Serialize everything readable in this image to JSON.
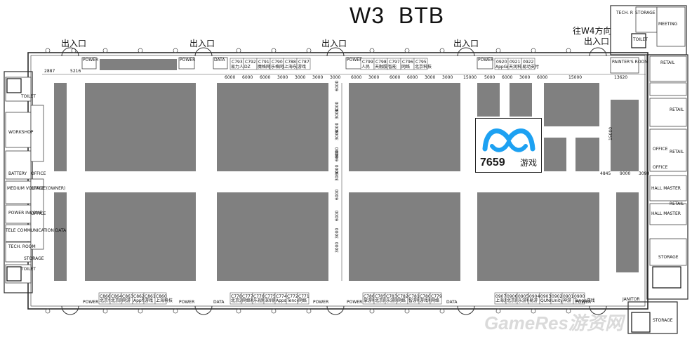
{
  "hall_title": "W3  BTB",
  "exit_label": "出入口",
  "w4_direction": "往W4方向",
  "rooms": {
    "tech_storage": "TECH. R",
    "storage": "STORAGE",
    "meeting": "MEETING",
    "toilet": "TOILET",
    "retail": "RETAIL",
    "painters_room": "PAINTER'S ROOM",
    "office": "OFFICE",
    "workshop": "WORKSHOP",
    "battery": "BATTERY",
    "medium_voltage": "MEDIUM VOLTAGE (OWNER)",
    "power_income": "POWER INCOME",
    "telecom": "TELE COMMUNICATION DATA",
    "tech_room": "TECH. ROOM",
    "hall_master": "HALL MASTER",
    "janitor": "JANITOR",
    "power": "POWER",
    "data": "DATA"
  },
  "booths_top": [
    {
      "id": "C793",
      "name": "易力人网络"
    },
    {
      "id": "C792",
      "name": "DZ"
    },
    {
      "id": "C791",
      "name": "魔格网络"
    },
    {
      "id": "C790",
      "name": "乐格网络"
    },
    {
      "id": "C788",
      "name": "上海东方网络"
    },
    {
      "id": "C787",
      "name": "游戏"
    },
    {
      "id": "C799",
      "name": "人民"
    },
    {
      "id": "C798",
      "name": "天融股份"
    },
    {
      "id": "C797",
      "name": "智能"
    },
    {
      "id": "C796",
      "name": "网络"
    },
    {
      "id": "C795",
      "name": "北京科技"
    },
    {
      "id": "0920",
      "name": "AppGrade"
    },
    {
      "id": "0921",
      "name": "天润科技"
    },
    {
      "id": "0922",
      "name": "易动支付"
    }
  ],
  "booths_bottom": [
    {
      "id": "C866",
      "name": "北京传媒"
    },
    {
      "id": "C864",
      "name": "北京网络"
    },
    {
      "id": "C863",
      "name": "网游"
    },
    {
      "id": "C862",
      "name": "Appflame"
    },
    {
      "id": "C861",
      "name": "游戏"
    },
    {
      "id": "C860",
      "name": "上海科技"
    },
    {
      "id": "C778",
      "name": "北京游戏"
    },
    {
      "id": "C777",
      "name": "网络科技"
    },
    {
      "id": "C776",
      "name": "乐视科技"
    },
    {
      "id": "C775",
      "name": "深圳网络"
    },
    {
      "id": "C774",
      "name": "Appsfly"
    },
    {
      "id": "C772",
      "name": "Tencent"
    },
    {
      "id": "C771",
      "name": "网络"
    },
    {
      "id": "C786",
      "name": "掌游科技"
    },
    {
      "id": "C785",
      "name": "北京网络"
    },
    {
      "id": "C783",
      "name": "乐游网络"
    },
    {
      "id": "C782",
      "name": "网络"
    },
    {
      "id": "C781",
      "name": "智游科技"
    },
    {
      "id": "C780",
      "name": "游戏科技"
    },
    {
      "id": "C779",
      "name": "网络"
    },
    {
      "id": "0907",
      "name": "上海游戏"
    },
    {
      "id": "0906",
      "name": "北京网络"
    },
    {
      "id": "0905",
      "name": "乐游科技"
    },
    {
      "id": "0904",
      "name": "易游"
    },
    {
      "id": "0903",
      "name": "QUNR"
    },
    {
      "id": "0902",
      "name": "Unity科技"
    },
    {
      "id": "0901",
      "name": "神游"
    },
    {
      "id": "0900",
      "name": "Tango游戏"
    }
  ],
  "dimensions_top": [
    "6000",
    "6000",
    "6000",
    "3000",
    "3000",
    "3000",
    "3000",
    "6000",
    "3000",
    "6000",
    "6000",
    "3000",
    "3000",
    "15000",
    "5000",
    "6000",
    "3000",
    "6000",
    "15000",
    "13620"
  ],
  "dimensions_vertical": [
    "3000",
    "6000",
    "6000",
    "3000",
    "6000",
    "6000",
    "3000",
    "3000",
    "6000",
    "3000",
    "3000",
    "6000",
    "3000"
  ],
  "dim_misc": [
    "2887",
    "5216",
    "15000",
    "4845",
    "9000",
    "3090"
  ],
  "logo": {
    "brand": "7659",
    "suffix": "游戏",
    "accent": "#1da1f2"
  },
  "watermark": "GameRes游资网",
  "colors": {
    "block": "#808080",
    "wall": "#2b2b2b",
    "line": "#666666"
  }
}
